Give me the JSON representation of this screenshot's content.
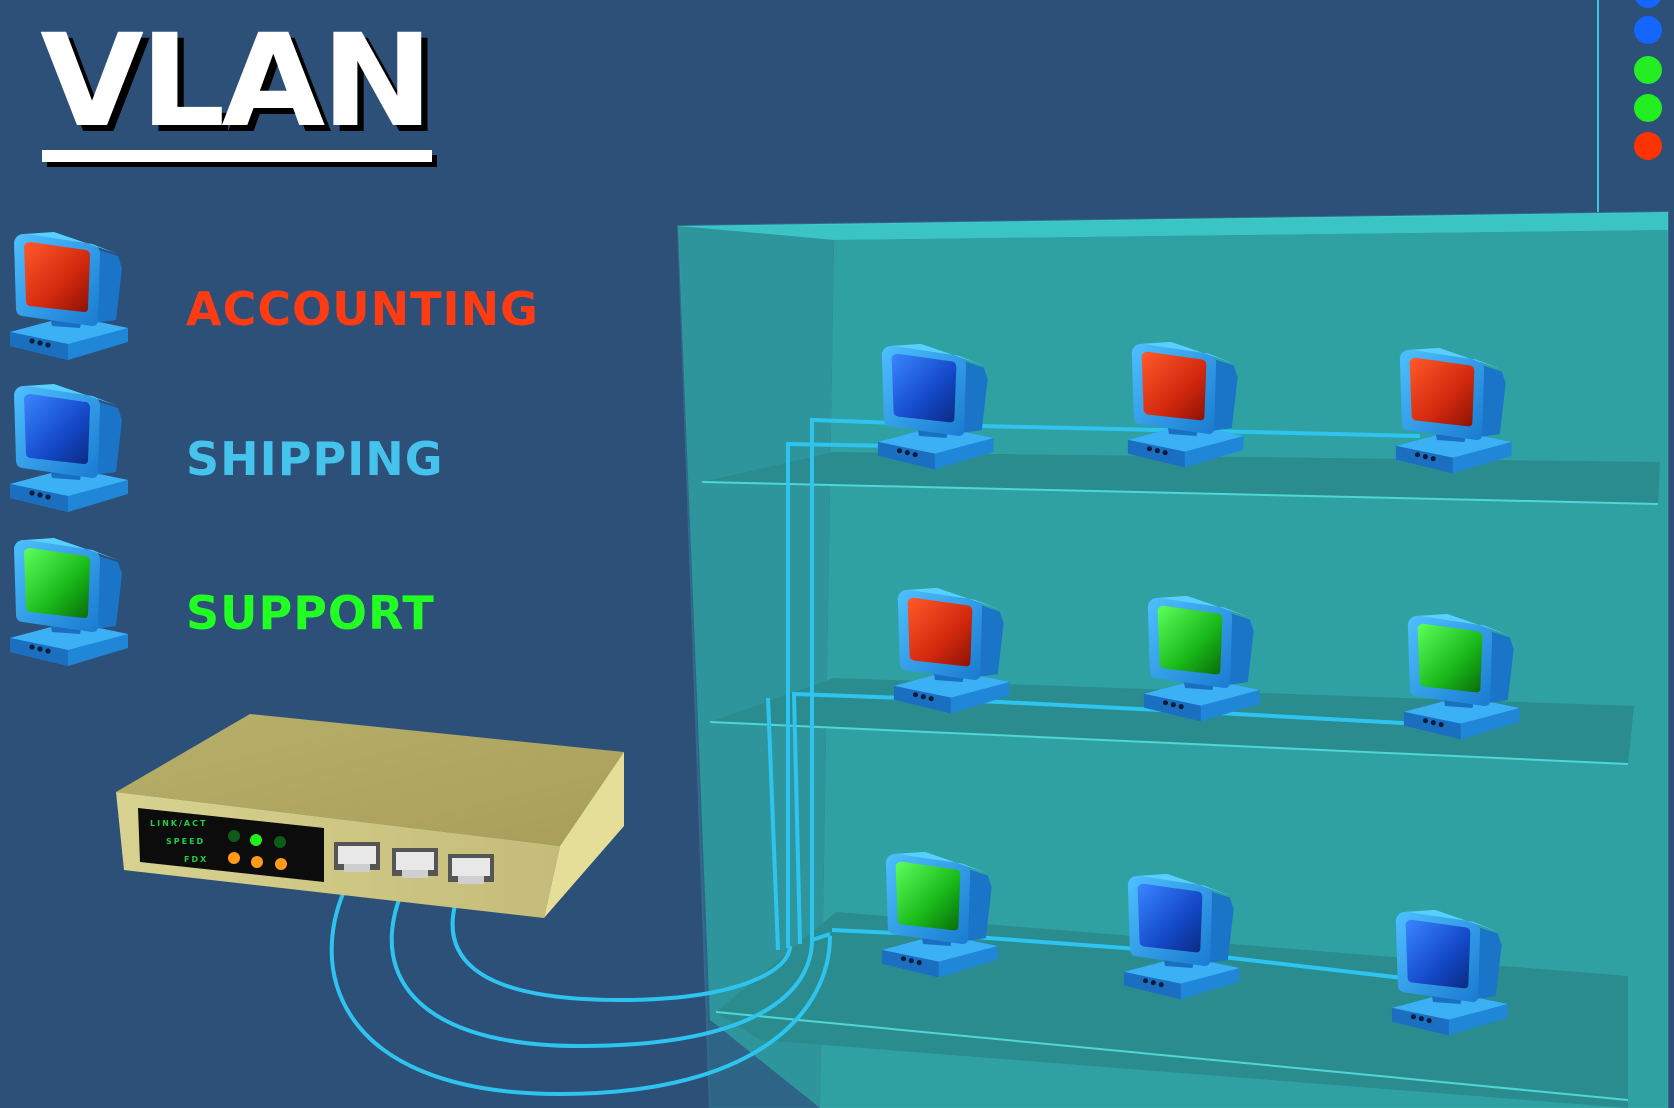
{
  "title": "VLAN",
  "legend": [
    {
      "label": "ACCOUNTING",
      "color": "#ff3b14",
      "icon": "computer-red-icon"
    },
    {
      "label": "SHIPPING",
      "color": "#46c3ec",
      "icon": "computer-blue-icon"
    },
    {
      "label": "SUPPORT",
      "color": "#22ff22",
      "icon": "computer-green-icon"
    }
  ],
  "switch": {
    "panel_labels": [
      "LINK/ACT",
      "SPEED",
      "FDX"
    ],
    "port_count": 3
  },
  "rack_computers": [
    {
      "row": 1,
      "col": 1,
      "vlan": "SHIPPING"
    },
    {
      "row": 1,
      "col": 2,
      "vlan": "ACCOUNTING"
    },
    {
      "row": 1,
      "col": 3,
      "vlan": "ACCOUNTING"
    },
    {
      "row": 2,
      "col": 1,
      "vlan": "ACCOUNTING"
    },
    {
      "row": 2,
      "col": 2,
      "vlan": "SUPPORT"
    },
    {
      "row": 2,
      "col": 3,
      "vlan": "SUPPORT"
    },
    {
      "row": 3,
      "col": 1,
      "vlan": "SUPPORT"
    },
    {
      "row": 3,
      "col": 2,
      "vlan": "SHIPPING"
    },
    {
      "row": 3,
      "col": 3,
      "vlan": "SHIPPING"
    }
  ],
  "indicator_dots": [
    "#1565ff",
    "#1565ff",
    "#22ee22",
    "#22ee22",
    "#ff3300"
  ],
  "colors": {
    "background": "#2c5078",
    "cable": "#2fc4f0",
    "rack": "#3cc8c4",
    "screen_red": "#e8381a",
    "screen_blue": "#1a50d8",
    "screen_green": "#22c822",
    "switch_body": "#c9c27a"
  }
}
